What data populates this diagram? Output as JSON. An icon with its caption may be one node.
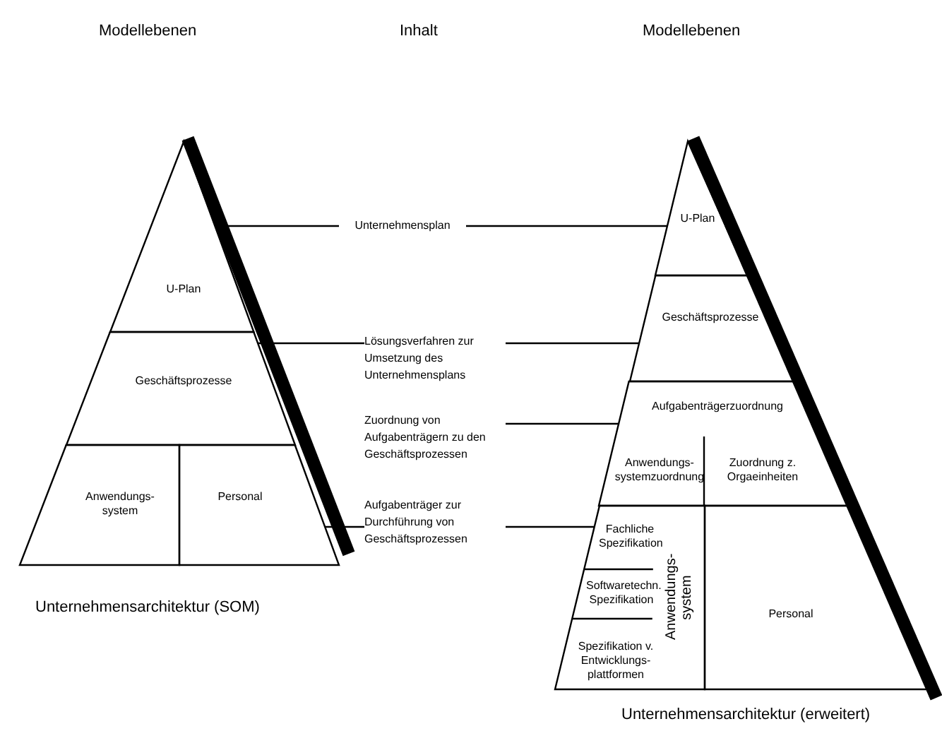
{
  "diagram": {
    "nodes": [
      {
        "text": [
          "U-Plan"
        ]
      },
      {
        "text": [
          "Unternehmensplan"
        ]
      },
      {
        "text": [
          "U-Plan"
        ]
      },
      {
        "text": [
          "Geschäftsprozesse"
        ]
      },
      {
        "text": [
          "Lösungsverfahren zur Umsetzung des Unternehmensplans"
        ]
      },
      {
        "text": [
          "Geschäftsprozesse"
        ]
      },
      {
        "text": [
          "Zuordnung von Aufgabenträgern zu den Geschäftsprozessen"
        ]
      },
      {
        "text": [
          "Aufgabenträgerzuordnung"
        ]
      },
      {
        "text": [
          "Anwendungs- system"
        ]
      },
      {
        "text": [
          "Personal"
        ]
      },
      {
        "text": [
          "Aufgabenträger zur Durchführung von Geschäftsprozessen"
        ]
      },
      {
        "text": [
          "Anwendungs- systemzuordnung"
        ],
        "in": 7
      },
      {
        "text": [
          "Zuordnung z. Orgaeinheiten"
        ],
        "in": 7
      },
      {
        "text": [
          "Anwendungs- system"
        ]
      },
      {
        "text": [
          "Fachliche Spezifikation"
        ],
        "in": 13
      },
      {
        "text": [
          "Softwaretechn. Spezifikation"
        ],
        "in": 13
      },
      {
        "text": [
          "Spezifikation v. Entwicklungs- plattformen"
        ],
        "in": 13
      },
      {
        "text": [
          "Personal"
        ]
      }
    ],
    "edges": [
      {
        "from": 1,
        "to": 0,
        "arrow": "none"
      },
      {
        "from": 1,
        "to": 2,
        "arrow": "none"
      },
      {
        "from": 4,
        "to": 3,
        "arrow": "none"
      },
      {
        "from": 4,
        "to": 5,
        "arrow": "none"
      },
      {
        "from": 6,
        "to": 7,
        "arrow": "none"
      },
      {
        "from": 10,
        "to": 9,
        "arrow": "none"
      },
      {
        "from": 10,
        "to": 14,
        "arrow": "none"
      }
    ],
    "labels": [
      "Modellebenen",
      "Inhalt",
      "Modellebenen",
      "Unternehmensarchitektur (SOM)",
      "Unternehmensarchitektur (erweitert)"
    ]
  }
}
